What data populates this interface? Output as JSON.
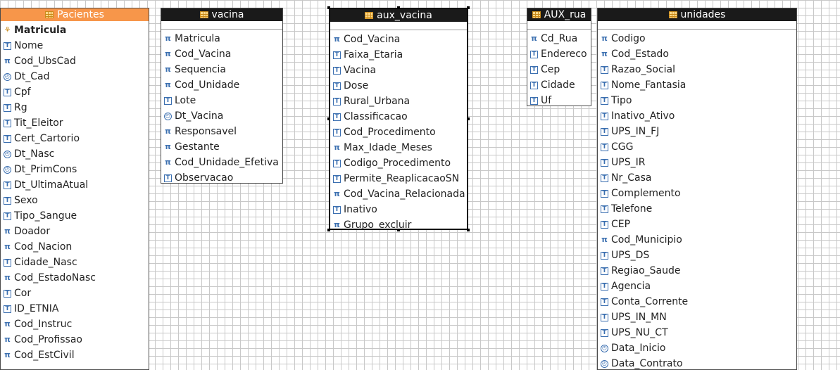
{
  "tables": {
    "pacientes": {
      "title": "Pacientes",
      "fields": [
        {
          "label": "Matricula",
          "type": "key"
        },
        {
          "label": "Nome",
          "type": "text"
        },
        {
          "label": "Cod_UbsCad",
          "type": "num"
        },
        {
          "label": "Dt_Cad",
          "type": "date"
        },
        {
          "label": "Cpf",
          "type": "text"
        },
        {
          "label": "Rg",
          "type": "text"
        },
        {
          "label": "Tit_Eleitor",
          "type": "text"
        },
        {
          "label": "Cert_Cartorio",
          "type": "text"
        },
        {
          "label": "Dt_Nasc",
          "type": "date"
        },
        {
          "label": "Dt_PrimCons",
          "type": "date"
        },
        {
          "label": "Dt_UltimaAtual",
          "type": "text"
        },
        {
          "label": "Sexo",
          "type": "text"
        },
        {
          "label": "Tipo_Sangue",
          "type": "text"
        },
        {
          "label": "Doador",
          "type": "num"
        },
        {
          "label": "Cod_Nacion",
          "type": "num"
        },
        {
          "label": "Cidade_Nasc",
          "type": "text"
        },
        {
          "label": "Cod_EstadoNasc",
          "type": "num"
        },
        {
          "label": "Cor",
          "type": "text"
        },
        {
          "label": "ID_ETNIA",
          "type": "text"
        },
        {
          "label": "Cod_Instruc",
          "type": "num"
        },
        {
          "label": "Cod_Profissao",
          "type": "num"
        },
        {
          "label": "Cod_EstCivil",
          "type": "num"
        }
      ]
    },
    "vacina": {
      "title": "vacina",
      "fields": [
        {
          "label": "Matricula",
          "type": "num"
        },
        {
          "label": "Cod_Vacina",
          "type": "num"
        },
        {
          "label": "Sequencia",
          "type": "num"
        },
        {
          "label": "Cod_Unidade",
          "type": "num"
        },
        {
          "label": "Lote",
          "type": "text"
        },
        {
          "label": "Dt_Vacina",
          "type": "date"
        },
        {
          "label": "Responsavel",
          "type": "num"
        },
        {
          "label": "Gestante",
          "type": "num"
        },
        {
          "label": "Cod_Unidade_Efetiva",
          "type": "num"
        },
        {
          "label": "Observacao",
          "type": "text"
        }
      ]
    },
    "aux_vacina": {
      "title": "aux_vacina",
      "fields": [
        {
          "label": "Cod_Vacina",
          "type": "num"
        },
        {
          "label": "Faixa_Etaria",
          "type": "text"
        },
        {
          "label": "Vacina",
          "type": "text"
        },
        {
          "label": "Dose",
          "type": "text"
        },
        {
          "label": "Rural_Urbana",
          "type": "text"
        },
        {
          "label": "Classificacao",
          "type": "text"
        },
        {
          "label": "Cod_Procedimento",
          "type": "text"
        },
        {
          "label": "Max_Idade_Meses",
          "type": "num"
        },
        {
          "label": "Codigo_Procedimento",
          "type": "text"
        },
        {
          "label": "Permite_ReaplicacaoSN",
          "type": "text"
        },
        {
          "label": "Cod_Vacina_Relacionada",
          "type": "num"
        },
        {
          "label": "Inativo",
          "type": "text"
        },
        {
          "label": "Grupo_excluir",
          "type": "num"
        }
      ]
    },
    "aux_rua": {
      "title": "AUX_rua",
      "fields": [
        {
          "label": "Cd_Rua",
          "type": "num"
        },
        {
          "label": "Endereco",
          "type": "text"
        },
        {
          "label": "Cep",
          "type": "text"
        },
        {
          "label": "Cidade",
          "type": "text"
        },
        {
          "label": "Uf",
          "type": "text"
        }
      ]
    },
    "unidades": {
      "title": "unidades",
      "fields": [
        {
          "label": "Codigo",
          "type": "num"
        },
        {
          "label": "Cod_Estado",
          "type": "num"
        },
        {
          "label": "Razao_Social",
          "type": "text"
        },
        {
          "label": "Nome_Fantasia",
          "type": "text"
        },
        {
          "label": "Tipo",
          "type": "text"
        },
        {
          "label": "Inativo_Ativo",
          "type": "text"
        },
        {
          "label": "UPS_IN_FJ",
          "type": "text"
        },
        {
          "label": "CGG",
          "type": "text"
        },
        {
          "label": "UPS_IR",
          "type": "text"
        },
        {
          "label": "Nr_Casa",
          "type": "text"
        },
        {
          "label": "Complemento",
          "type": "text"
        },
        {
          "label": "Telefone",
          "type": "text"
        },
        {
          "label": "CEP",
          "type": "text"
        },
        {
          "label": "Cod_Municipio",
          "type": "num"
        },
        {
          "label": "UPS_DS",
          "type": "text"
        },
        {
          "label": "Regiao_Saude",
          "type": "text"
        },
        {
          "label": "Agencia",
          "type": "text"
        },
        {
          "label": "Conta_Corrente",
          "type": "text"
        },
        {
          "label": "UPS_IN_MN",
          "type": "text"
        },
        {
          "label": "UPS_NU_CT",
          "type": "text"
        },
        {
          "label": "Data_Inicio",
          "type": "date"
        },
        {
          "label": "Data_Contrato",
          "type": "date"
        }
      ]
    }
  },
  "colors": {
    "selected_header": "#f7964a",
    "header": "#1a1a1a",
    "grid": "#c8c8c8"
  }
}
